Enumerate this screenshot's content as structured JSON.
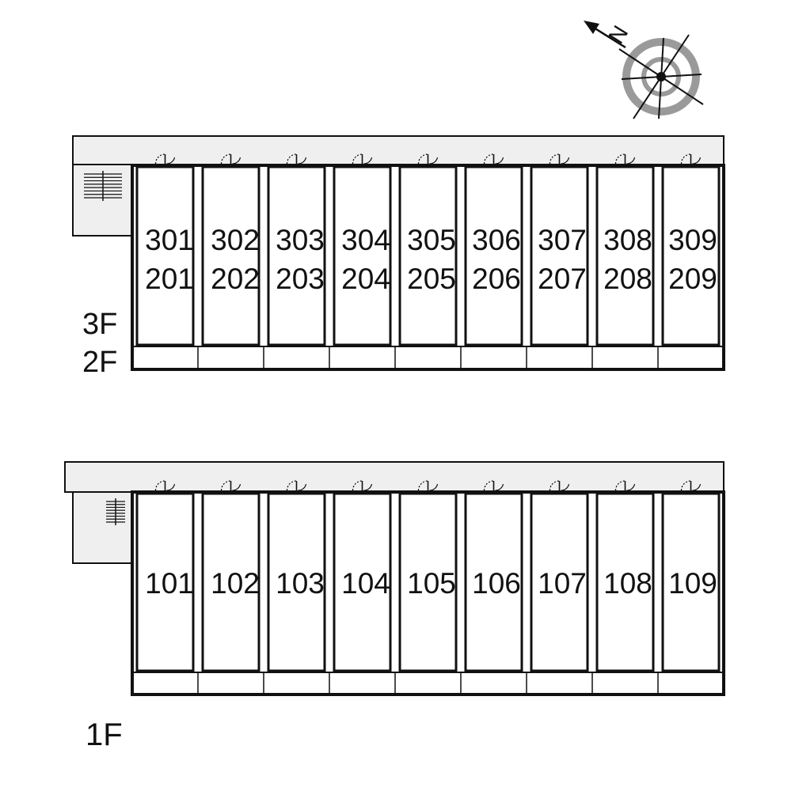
{
  "compass": {
    "north_label": "N"
  },
  "upper_plan": {
    "floor_labels": [
      "3F",
      "2F"
    ],
    "units_3f": [
      "301",
      "302",
      "303",
      "304",
      "305",
      "306",
      "307",
      "308",
      "309"
    ],
    "units_2f": [
      "201",
      "202",
      "203",
      "204",
      "205",
      "206",
      "207",
      "208",
      "209"
    ]
  },
  "lower_plan": {
    "floor_label": "1F",
    "units_1f": [
      "101",
      "102",
      "103",
      "104",
      "105",
      "106",
      "107",
      "108",
      "109"
    ]
  },
  "colors": {
    "line": "#111111",
    "corridor_fill": "#efefef",
    "compass_gray": "#9a9a9a"
  }
}
